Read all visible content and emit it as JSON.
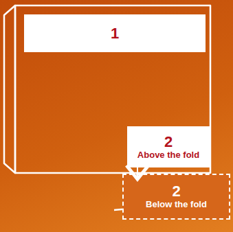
{
  "diagram": {
    "nodes": [
      {
        "text": [
          "1"
        ]
      },
      {
        "text": [
          "2",
          "Above the fold"
        ]
      },
      {
        "text": [
          "2",
          "Below the fold"
        ]
      }
    ],
    "edges": [
      {
        "from": 1,
        "to": 2,
        "arrow": "to"
      }
    ]
  }
}
